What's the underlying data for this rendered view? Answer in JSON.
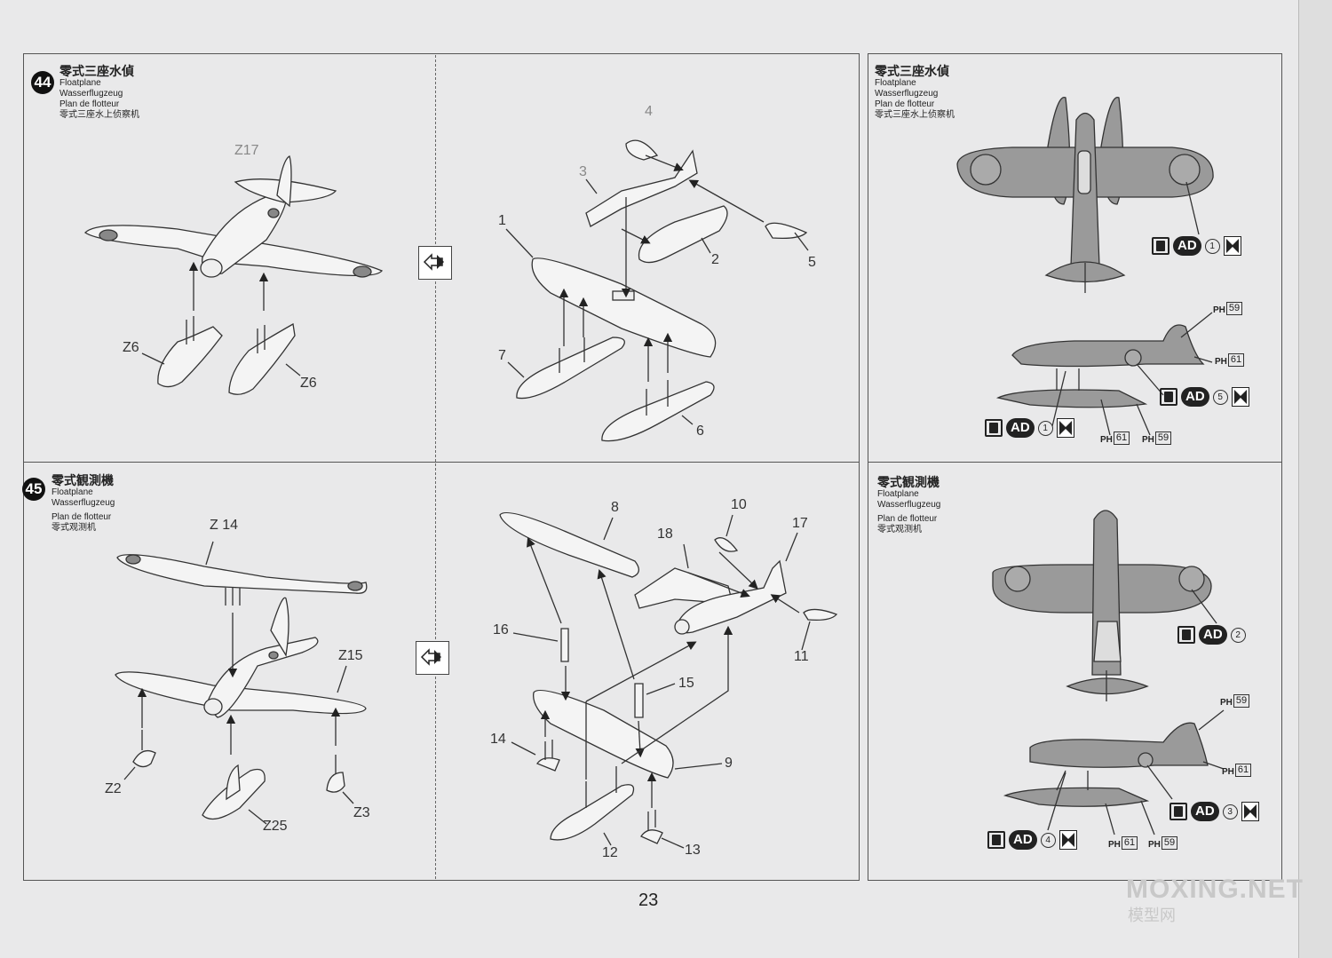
{
  "page": {
    "number": "23"
  },
  "watermark": {
    "main": "MOXING.NET",
    "sub": "模型网"
  },
  "step44": {
    "number": "44",
    "title": "零式三座水偵",
    "lines": [
      "Floatplane",
      "Wasserflugzeug",
      "Plan de flotteur",
      "零式三座水上侦察机"
    ]
  },
  "step45": {
    "number": "45",
    "title": "零式観測機",
    "lines": [
      "Floatplane",
      "Wasserflugzeug",
      "Plan de flotteur",
      "零式观测机"
    ]
  },
  "step44_right": {
    "title": "零式三座水偵",
    "lines": [
      "Floatplane",
      "Wasserflugzeug",
      "Plan de flotteur",
      "零式三座水上侦察机"
    ]
  },
  "step45_right": {
    "title": "零式観測機",
    "lines": [
      "Floatplane",
      "Wasserflugzeug",
      "Plan de flotteur",
      "零式观测机"
    ]
  },
  "parts44_left": {
    "z17": "Z17",
    "z6a": "Z6",
    "z6b": "Z6"
  },
  "parts44_mid": {
    "p1": "1",
    "p2": "2",
    "p3": "3",
    "p4": "4",
    "p5": "5",
    "p6": "6",
    "p7": "7"
  },
  "parts45_left": {
    "z14": "Z 14",
    "z15": "Z15",
    "z2": "Z2",
    "z25": "Z25",
    "z3": "Z3"
  },
  "parts45_mid": {
    "p8": "8",
    "p9": "9",
    "p10": "10",
    "p11": "11",
    "p12": "12",
    "p13": "13",
    "p14": "14",
    "p15": "15",
    "p16": "16",
    "p17": "17",
    "p18": "18"
  },
  "decals": {
    "ad": "AD",
    "c1": "1",
    "c2": "2",
    "c3": "3",
    "c4": "4",
    "c5": "5",
    "ph_prefix": "PH",
    "n59": "59",
    "n61": "61"
  },
  "icons": [
    "step-arrow-icon",
    "decal-d-icon",
    "flag-icon"
  ]
}
